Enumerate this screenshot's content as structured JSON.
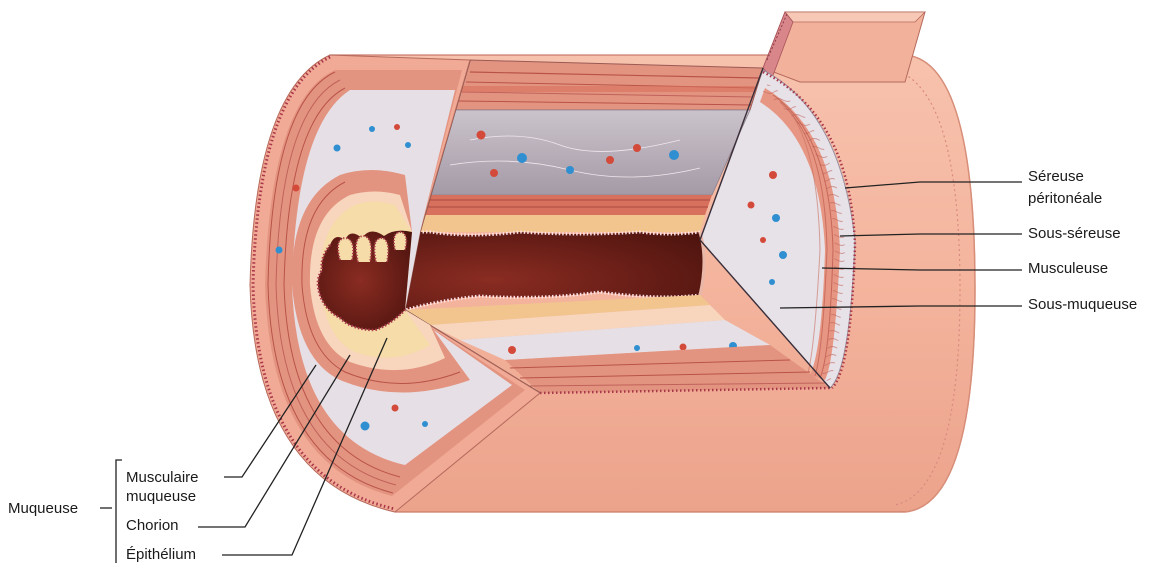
{
  "labels": {
    "sereuse_line1": "Séreuse",
    "sereuse_line2": "péritonéale",
    "sous_sereuse": "Sous-séreuse",
    "musculeuse": "Musculeuse",
    "sous_muqueuse": "Sous-muqueuse",
    "musculaire_line1": "Musculaire",
    "musculaire_line2": "muqueuse",
    "chorion": "Chorion",
    "epithelium": "Épithélium",
    "muqueuse": "Muqueuse"
  },
  "colors": {
    "serosa_outer": "#f6b9a3",
    "serosa_shadow": "#eaa58e",
    "muscle": "#e39480",
    "muscle_fiber": "#b9534a",
    "submucosa": "#e6e0e6",
    "submucosa_dark": "#bdb4bf",
    "chorion": "#f6dca8",
    "lumen": "#6e1f17",
    "epithelium_dots": "#a6374a",
    "vessel_red": "#d44a3a",
    "vessel_blue": "#2f8fd0"
  }
}
